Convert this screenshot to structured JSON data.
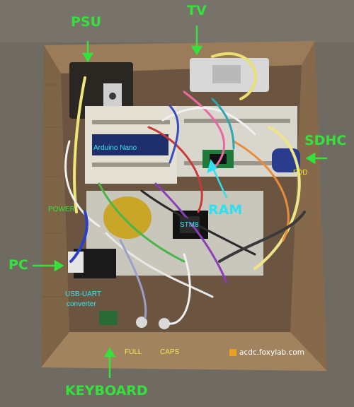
{
  "image": {
    "labels": {
      "psu": "PSU",
      "tv": "TV",
      "sdhc": "SDHC",
      "pc": "PC",
      "ram": "RAM",
      "keyboard": "KEYBOARD",
      "arduino_nano": "Arduino Nano",
      "fdd": "FDD",
      "power": "POWER",
      "stm8": "STM8",
      "usb_uart_line1": "USB-UART",
      "usb_uart_line2": "converter",
      "full": "FULL",
      "caps": "CAPS"
    },
    "watermark": "acdc.foxylab.com",
    "colors": {
      "green_label": "#35e23b",
      "cyan_label": "#2fe0f0",
      "yellow_label": "#f2e84a",
      "cardboard": "#8a6e4e"
    }
  }
}
